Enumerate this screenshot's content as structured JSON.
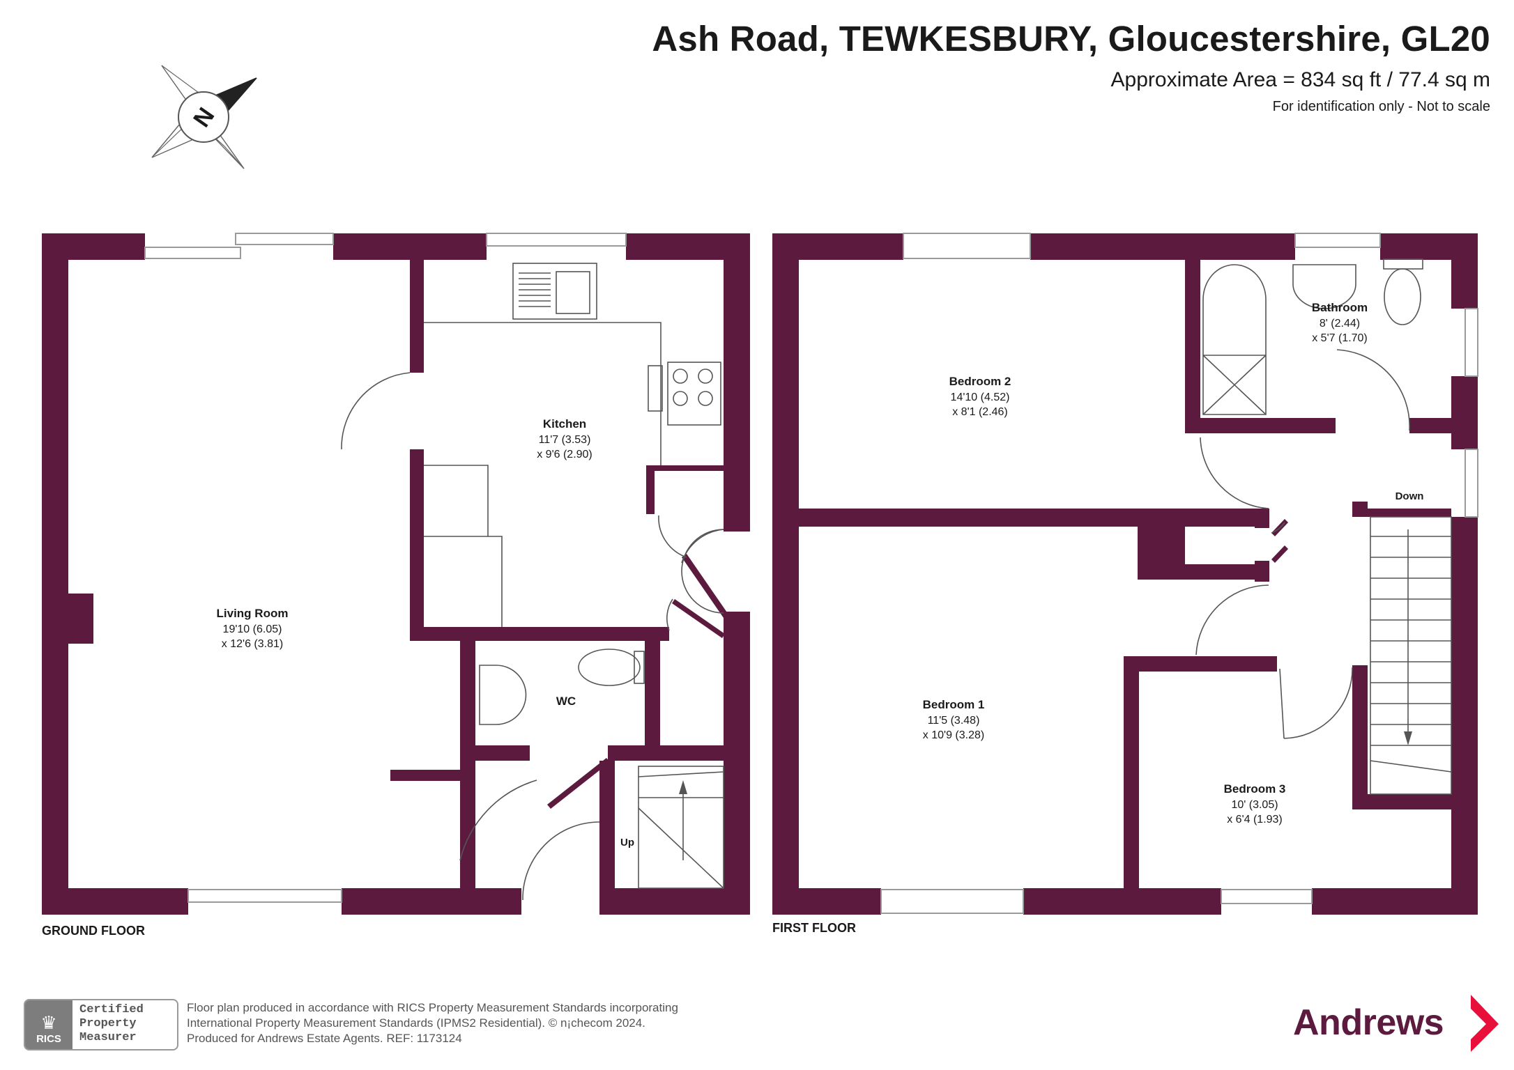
{
  "header": {
    "title": "Ash Road, TEWKESBURY, Gloucestershire, GL20",
    "area": "Approximate Area = 834 sq ft / 77.4 sq m",
    "note": "For identification only - Not to scale"
  },
  "compass": {
    "label": "N"
  },
  "floors": {
    "ground": {
      "label": "GROUND FLOOR",
      "rooms": {
        "living": {
          "name": "Living Room",
          "dim1": "19'10 (6.05)",
          "dim2": "x 12'6 (3.81)"
        },
        "kitchen": {
          "name": "Kitchen",
          "dim1": "11'7 (3.53)",
          "dim2": "x 9'6 (2.90)"
        },
        "wc": {
          "name": "WC"
        }
      },
      "stairs_label": "Up"
    },
    "first": {
      "label": "FIRST FLOOR",
      "rooms": {
        "bedroom2": {
          "name": "Bedroom 2",
          "dim1": "14'10 (4.52)",
          "dim2": "x 8'1 (2.46)"
        },
        "bathroom": {
          "name": "Bathroom",
          "dim1": "8' (2.44)",
          "dim2": "x 5'7 (1.70)"
        },
        "bedroom1": {
          "name": "Bedroom 1",
          "dim1": "11'5 (3.48)",
          "dim2": "x 10'9 (3.28)"
        },
        "bedroom3": {
          "name": "Bedroom 3",
          "dim1": "10' (3.05)",
          "dim2": "x 6'4 (1.93)"
        }
      },
      "stairs_label": "Down"
    }
  },
  "footer": {
    "rics_badge": {
      "org": "RICS",
      "line1": "Certified",
      "line2": "Property",
      "line3": "Measurer"
    },
    "line1": "Floor plan produced in accordance with RICS Property Measurement Standards incorporating",
    "line2": "International Property Measurement Standards (IPMS2 Residential).   © n¡checom 2024.",
    "line3": "Produced for Andrews Estate Agents.   REF:   1173124",
    "brand": "Andrews"
  },
  "colors": {
    "wall": "#5c1a3e",
    "fixture": "#555555",
    "window": "#9a9a9a"
  }
}
